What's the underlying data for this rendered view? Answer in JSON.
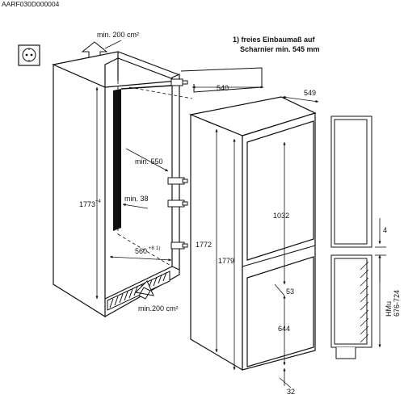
{
  "figure": {
    "code": "AARF030D000004",
    "note_line1": "1) freies Einbaumaß auf",
    "note_line2": "Scharnier min. 545 mm"
  },
  "ventilation": {
    "top_label": "min. 200 cm²",
    "bottom_label": "min.200 cm²"
  },
  "niche": {
    "depth_min": "min. 550",
    "gap_min": "min. 38",
    "height": "1773",
    "height_tol": "+4",
    "width": "560",
    "width_tol": "+8",
    "width_note": "1)"
  },
  "appliance": {
    "door_depth": "540",
    "total_depth": "549",
    "height_body": "1772",
    "height_total": "1779",
    "upper_door": "1032",
    "lower_door": "644",
    "gap_mid": "53",
    "bottom_offset": "32"
  },
  "side_view": {
    "gap_top": "4",
    "hmu_label": "HMu",
    "hmu_range": "676-724"
  },
  "icons": {
    "socket": "power-socket-icon",
    "arrow_up": "air-outflow-arrow-icon",
    "arrow_in": "air-inflow-arrow-icon"
  }
}
